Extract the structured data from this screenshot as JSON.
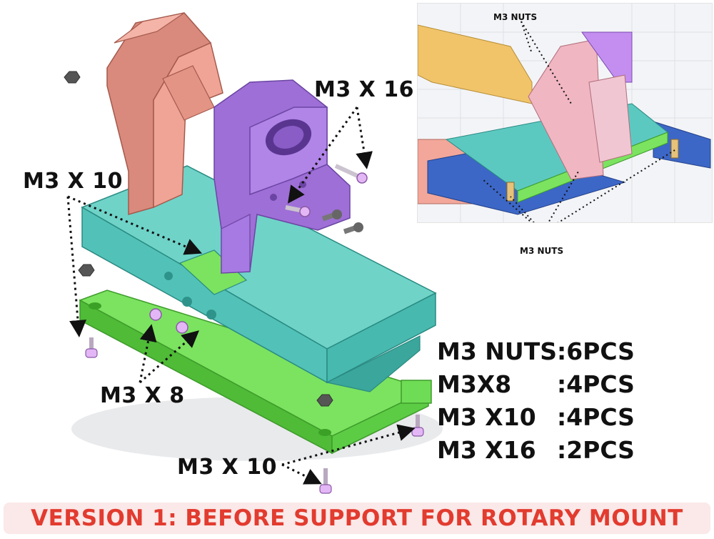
{
  "labels": {
    "top_right_screw": "M3 X 16",
    "left_screw": "M3 X 10",
    "bottom_left_screw": "M3 X 8",
    "bottom_screw": "M3 X 10",
    "inset_top": "M3 NUTS",
    "inset_bottom": "M3 NUTS"
  },
  "bom": [
    {
      "part": "M3 NUTS",
      "qty": ":6PCS"
    },
    {
      "part": "M3X8",
      "qty": ":4PCS"
    },
    {
      "part": "M3 X10",
      "qty": ":4PCS"
    },
    {
      "part": "M3 X16",
      "qty": ":2PCS"
    }
  ],
  "banner": "VERSION 1: BEFORE SUPPORT FOR ROTARY MOUNT",
  "colors": {
    "arm": "#f0a496",
    "clamp": "#b184e8",
    "base": "#6fd3c8",
    "plate": "#7be35f",
    "screw": "#e3b6f5",
    "banner_text": "#e23b2f"
  }
}
